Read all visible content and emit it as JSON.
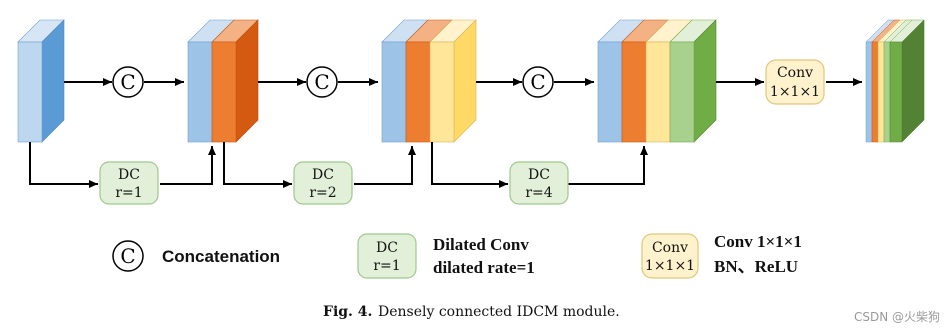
{
  "colors": {
    "lightblue": "#bdd7ee",
    "blue": "#9dc3e6",
    "orange": "#ed7d31",
    "lightyellow": "#ffe699",
    "green_light": "#a9d18e",
    "green": "#70ad47",
    "dc_fill": "#e2f0d9",
    "conv_fill": "#fff2cc",
    "line": "#000000"
  },
  "diagram": {
    "concat_symbol": "C",
    "dc_blocks": [
      {
        "line1": "DC",
        "line2": "r=1"
      },
      {
        "line1": "DC",
        "line2": "r=2"
      },
      {
        "line1": "DC",
        "line2": "r=4"
      }
    ],
    "conv_block": {
      "line1": "Conv",
      "line2": "1×1×1"
    }
  },
  "legend": {
    "concat_symbol": "C",
    "concat_label": "Concatenation",
    "dc_line1": "DC",
    "dc_line2": "r=1",
    "dc_title": "Dilated Conv",
    "dc_subtitle": "dilated rate=1",
    "conv_line1": "Conv",
    "conv_line2": "1×1×1",
    "conv_title": "Conv 1×1×1",
    "conv_subtitle": "BN、ReLU"
  },
  "caption": {
    "label": "Fig. 4.",
    "text": "Densely connected IDCM module."
  },
  "watermark": "CSDN @火柴狗"
}
